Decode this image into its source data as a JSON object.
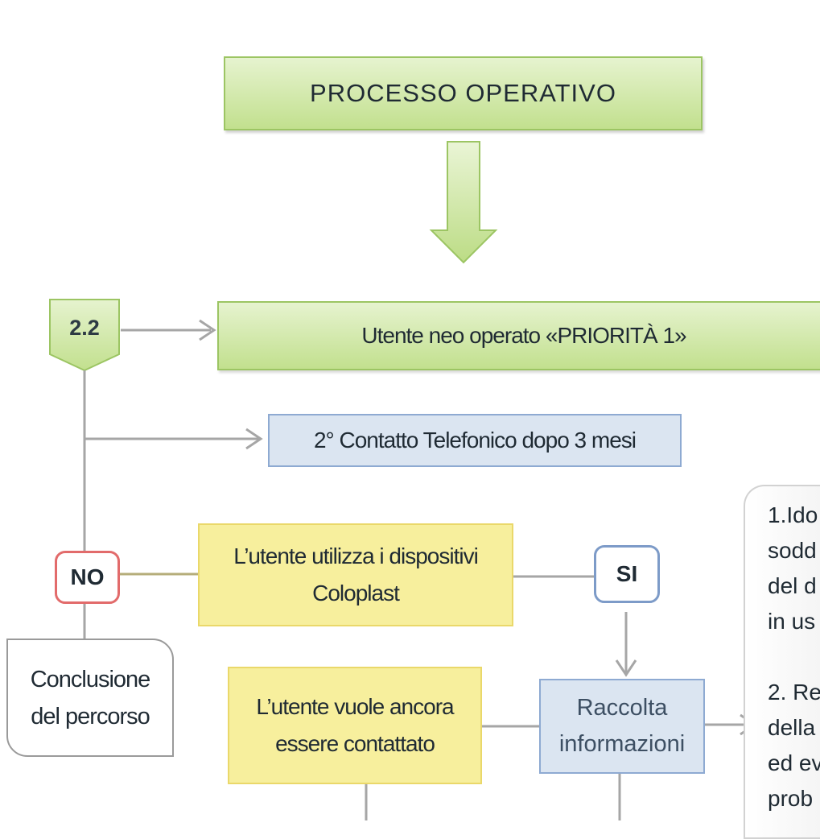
{
  "diagram": {
    "title": "PROCESSO OPERATIVO",
    "step_badge": "2.2",
    "priority_box": "Utente neo operato «PRIORITÀ 1»",
    "contact_box": "2° Contatto Telefonico dopo 3 mesi",
    "question_uses_devices": [
      "L’utente utilizza i dispositivi",
      "Coloplast"
    ],
    "no_label": "NO",
    "si_label": "SI",
    "end_box": [
      "Conclusione",
      "del percorso"
    ],
    "question_wants_contact": [
      "L’utente vuole ancora",
      "essere contattato"
    ],
    "collect_box": [
      "Raccolta",
      "informazioni"
    ],
    "side_panel": {
      "item1_lines": [
        "1.Ido",
        "sodd",
        "del d",
        "in us"
      ],
      "item2_lines": [
        "2. Re",
        "della",
        "ed ev",
        "prob"
      ]
    }
  },
  "colors": {
    "green_fill": "#c2e08e",
    "blue_fill": "#dbe5f1",
    "yellow_fill": "#f7ef9d",
    "no_border": "#e26b6b",
    "connector": "#a6a6a6"
  }
}
